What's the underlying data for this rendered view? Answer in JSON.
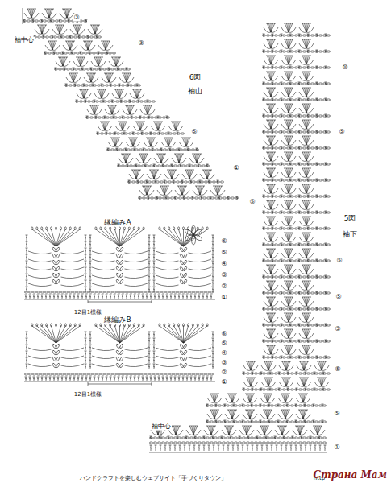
{
  "diagram": {
    "labels": [
      "③",
      "袖中心",
      "③",
      "6図",
      "袖山",
      "⑤",
      "①",
      "⑤",
      "⑩",
      "⑤",
      "5図",
      "袖下",
      "⑤",
      "⑤",
      "③",
      "⑤",
      "⑤",
      "①",
      "袖中心",
      "縁編みA",
      "⑥",
      "⑤",
      "④",
      "③",
      "②",
      "①",
      "12目1模様",
      "縁編みB",
      "⑥",
      "⑤",
      "④",
      "③",
      "②",
      "①",
      "12目1模様",
      "ハンドクラフトを楽しむウェブサイト「手づくりタウン」",
      "http",
      "Страна Мам"
    ]
  }
}
